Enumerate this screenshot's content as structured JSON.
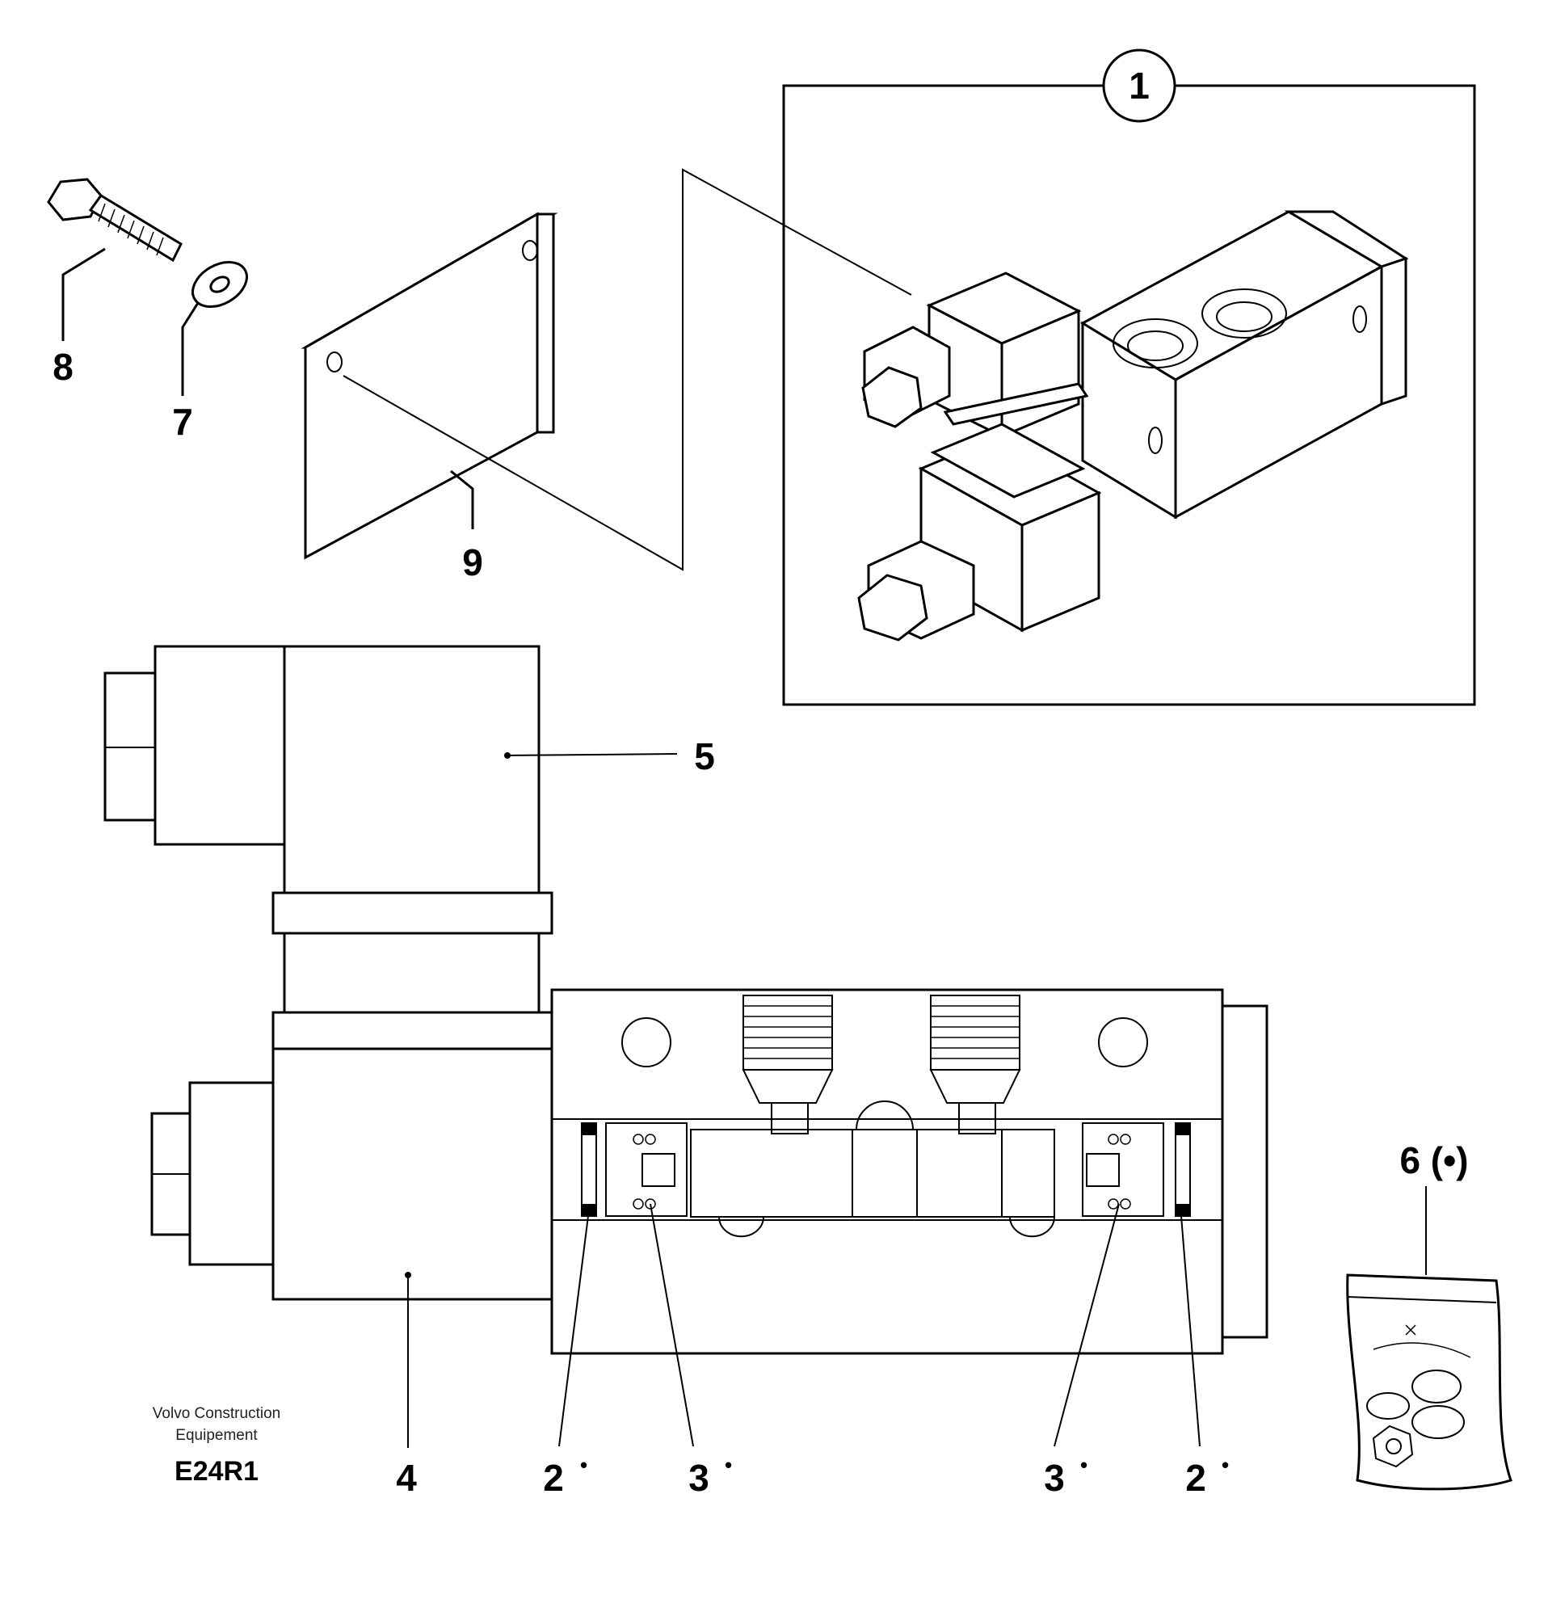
{
  "callouts": {
    "c1": "1",
    "c2a": "2",
    "c2b": "2",
    "c3a": "3",
    "c3b": "3",
    "c4": "4",
    "c5": "5",
    "c6": "6 (•)",
    "c7": "7",
    "c8": "8",
    "c9": "9",
    "star": "•"
  },
  "credit": {
    "line1": "Volvo Construction",
    "line2": "Equipement",
    "code": "E24R1"
  }
}
